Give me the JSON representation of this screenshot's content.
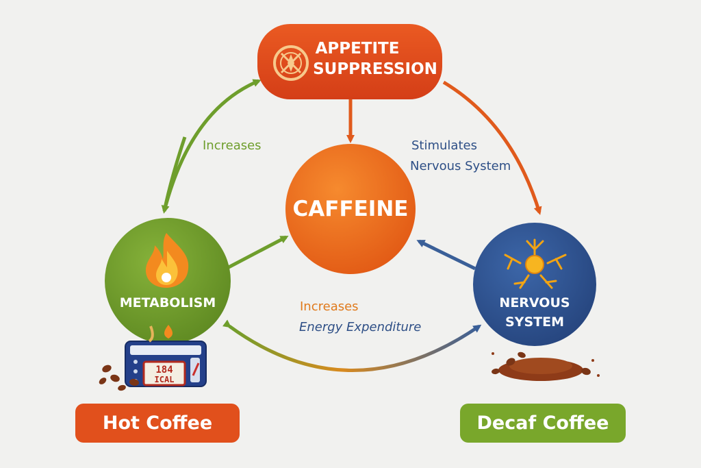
{
  "nodes": {
    "appetite": {
      "line1": "APPETITE",
      "line2": "SUPPRESSION"
    },
    "caffeine": {
      "label": "CAFFEINE"
    },
    "metabolism": {
      "label": "METABOLISM"
    },
    "nervous": {
      "line1": "NERVOUS",
      "line2": "SYSTEM"
    }
  },
  "edges": {
    "metabolism_to_appetite": "Increases",
    "appetite_to_nervous_line1": "Stimulates",
    "appetite_to_nervous_line2": "Nervous System",
    "metabolism_nervous_line1": "Increases",
    "metabolism_nervous_line2": "Energy Expenditure"
  },
  "counter": {
    "top": "184",
    "bottom": "ICAL"
  },
  "buttons": {
    "hot_coffee": "Hot Coffee",
    "decaf_coffee": "Decaf Coffee"
  },
  "colors": {
    "appetite": "#e0491c",
    "caffeine": "#ee6b1d",
    "metabolism": "#6e9a2a",
    "nervous": "#2f5594",
    "hot_button": "#e1501c",
    "decaf_button": "#79a72b"
  },
  "icons": [
    "compass-icon",
    "flame-icon",
    "neuron-icon",
    "calorie-counter-icon",
    "coffee-beans-icon"
  ]
}
